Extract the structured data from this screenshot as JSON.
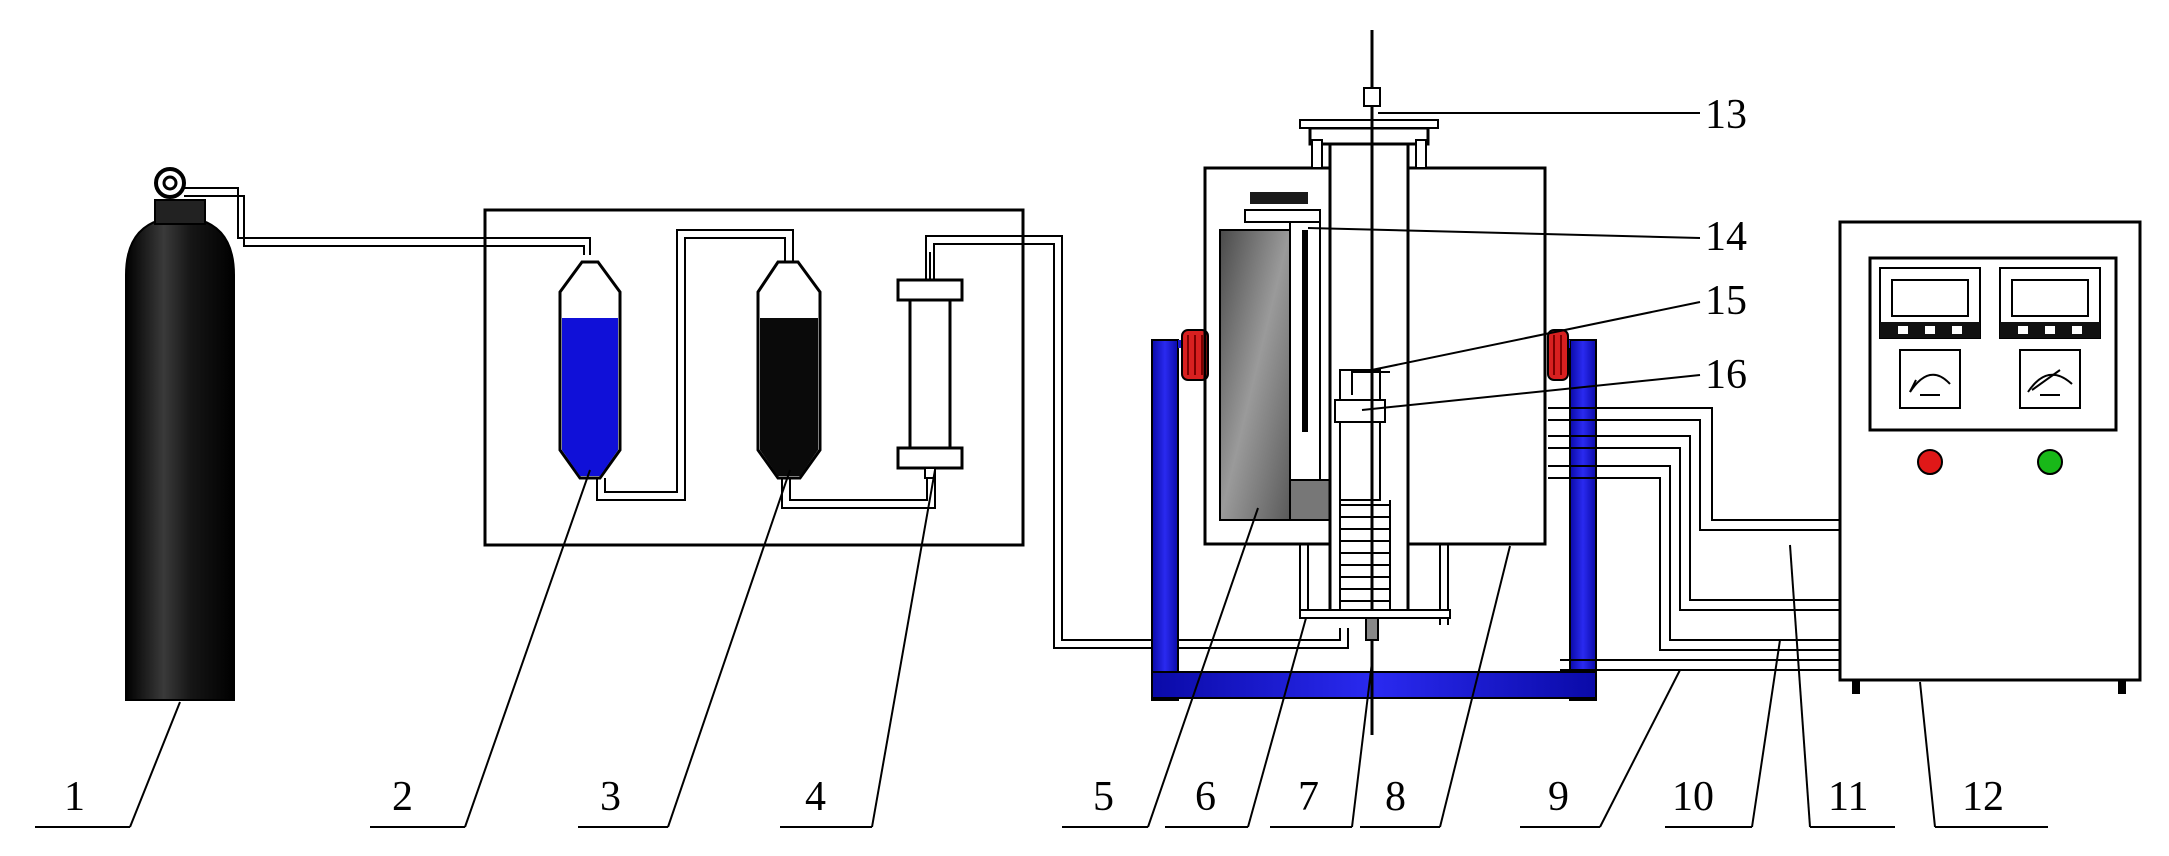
{
  "callouts": {
    "n1": "1",
    "n2": "2",
    "n3": "3",
    "n4": "4",
    "n5": "5",
    "n6": "6",
    "n7": "7",
    "n8": "8",
    "n9": "9",
    "n10": "10",
    "n11": "11",
    "n12": "12",
    "n13": "13",
    "n14": "14",
    "n15": "15",
    "n16": "16"
  },
  "colors": {
    "cylinder": "#1a1a1a",
    "blue_liquid": "#1010d8",
    "black_liquid": "#0a0a0a",
    "frame_blue": "#1a1ad0",
    "heater_red": "#d82020",
    "heating_element_gray": "#6e6e6e",
    "button_red": "#e01818",
    "button_green": "#18b818"
  }
}
